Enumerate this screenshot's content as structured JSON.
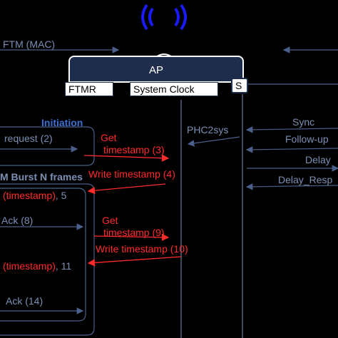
{
  "ap": {
    "title": "AP"
  },
  "blocks": {
    "ftmr": "FTMR",
    "system_clock": "System Clock",
    "s": "S"
  },
  "left_labels": {
    "ftm_mac": "FTM (MAC)",
    "initiation": "Initiation",
    "request": "request (2)",
    "burst": "M Burst N frames",
    "timestamp_5_a": "(timestamp)",
    "timestamp_5_b": ", 5",
    "ack8": "Ack (8)",
    "timestamp_11_a": "(timestamp)",
    "timestamp_11_b": ", 11",
    "ack14": "Ack (14)"
  },
  "red_labels": {
    "get1_line1": "Get",
    "get1_line2": "timestamp (3)",
    "write1": "Write timestamp (4)",
    "get2_line1": "Get",
    "get2_line2": "timestamp (9)",
    "write2": "Write timestamp (10)"
  },
  "right_labels": {
    "phc2sys": "PHC2sys",
    "sync": "Sync",
    "follow_up": "Follow-up",
    "delay": "Delay",
    "delay_resp": "Delay_Resp"
  },
  "colors": {
    "background": "#000000",
    "box_fill": "#1f2d4d",
    "red": "#ff2a2a",
    "dim": "#7b8fb4",
    "wifi": "#1a1aff"
  }
}
